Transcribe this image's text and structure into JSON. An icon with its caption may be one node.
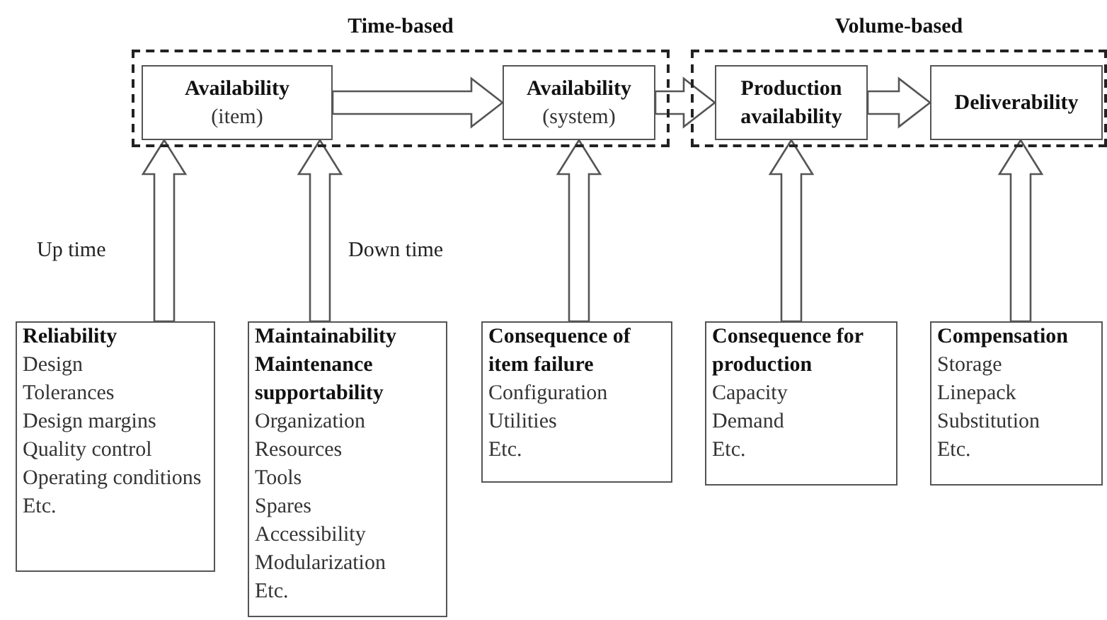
{
  "diagram": {
    "nodes": [
      {
        "text": [
          "Time-based"
        ]
      },
      {
        "text": [
          "Availability",
          "(item)"
        ],
        "in": 0
      },
      {
        "text": [
          "Availability",
          "(system)"
        ],
        "in": 0
      },
      {
        "text": [
          "Volume-based"
        ]
      },
      {
        "text": [
          "Production availability"
        ],
        "in": 3
      },
      {
        "text": [
          "Deliverability"
        ],
        "in": 3
      },
      {
        "text": [
          "Reliability",
          "Design",
          "Tolerances",
          "Design margins",
          "Quality control",
          "Operating conditions",
          "Etc."
        ]
      },
      {
        "text": [
          "Maintainability",
          "Maintenance supportability",
          "Organization",
          "Resources",
          "Tools",
          "Spares",
          "Accessibility",
          "Modularization",
          "Etc."
        ]
      },
      {
        "text": [
          "Consequence of item failure",
          "Configuration",
          "Utilities",
          "Etc."
        ]
      },
      {
        "text": [
          "Consequence for production",
          "Capacity",
          "Demand",
          "Etc."
        ]
      },
      {
        "text": [
          "Compensation",
          "Storage",
          "Linepack",
          "Substitution",
          "Etc."
        ]
      }
    ],
    "edges": [
      {
        "from": 1,
        "to": 2,
        "arrow": "to"
      },
      {
        "from": 2,
        "to": 4,
        "arrow": "to"
      },
      {
        "from": 4,
        "to": 5,
        "arrow": "to"
      },
      {
        "from": 6,
        "to": 1,
        "arrow": "to",
        "label": "Up time"
      },
      {
        "from": 7,
        "to": 1,
        "arrow": "to",
        "label": "Down time"
      },
      {
        "from": 8,
        "to": 2,
        "arrow": "to"
      },
      {
        "from": 9,
        "to": 4,
        "arrow": "to"
      },
      {
        "from": 10,
        "to": 5,
        "arrow": "to"
      }
    ]
  }
}
